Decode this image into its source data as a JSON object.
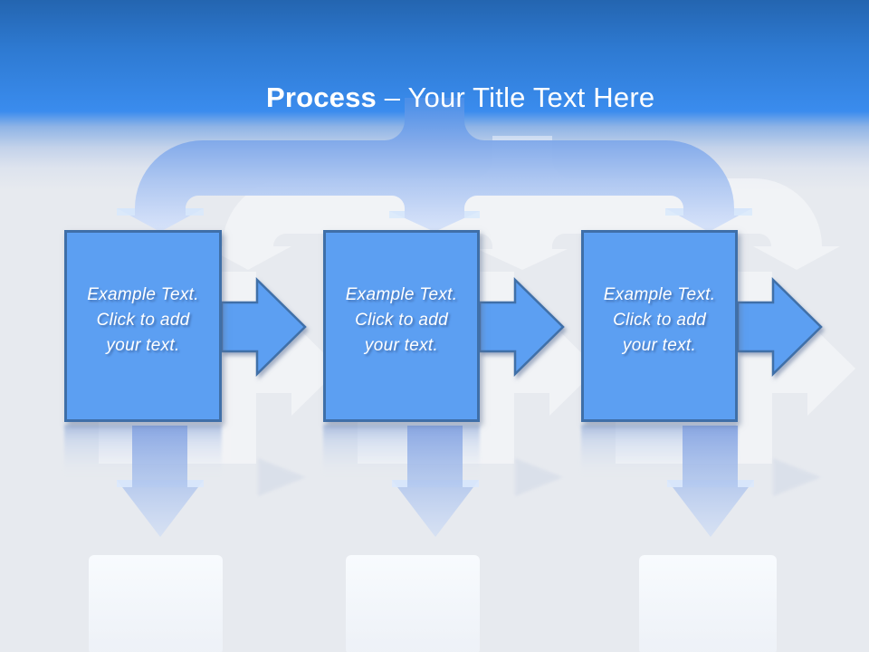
{
  "title": {
    "bold": "Process",
    "rest": " – Your Title Text Here"
  },
  "boxes": [
    {
      "lines": [
        "Example Text.",
        "Click to add",
        "your text."
      ]
    },
    {
      "lines": [
        "Example Text.",
        "Click to add",
        "your text."
      ]
    },
    {
      "lines": [
        "Example Text.",
        "Click to add",
        "your text."
      ]
    }
  ],
  "colors": {
    "band_top": "#2465b0",
    "band_bright": "#3a8cee",
    "page_bg": "#e7eaef",
    "box_fill": "#5c9ff2",
    "box_border": "#3f6fa8",
    "connector_top": "#4e90e8",
    "connector_bottom": "#d8e4fa",
    "title_text": "#ffffff",
    "box_text": "#ffffff"
  }
}
